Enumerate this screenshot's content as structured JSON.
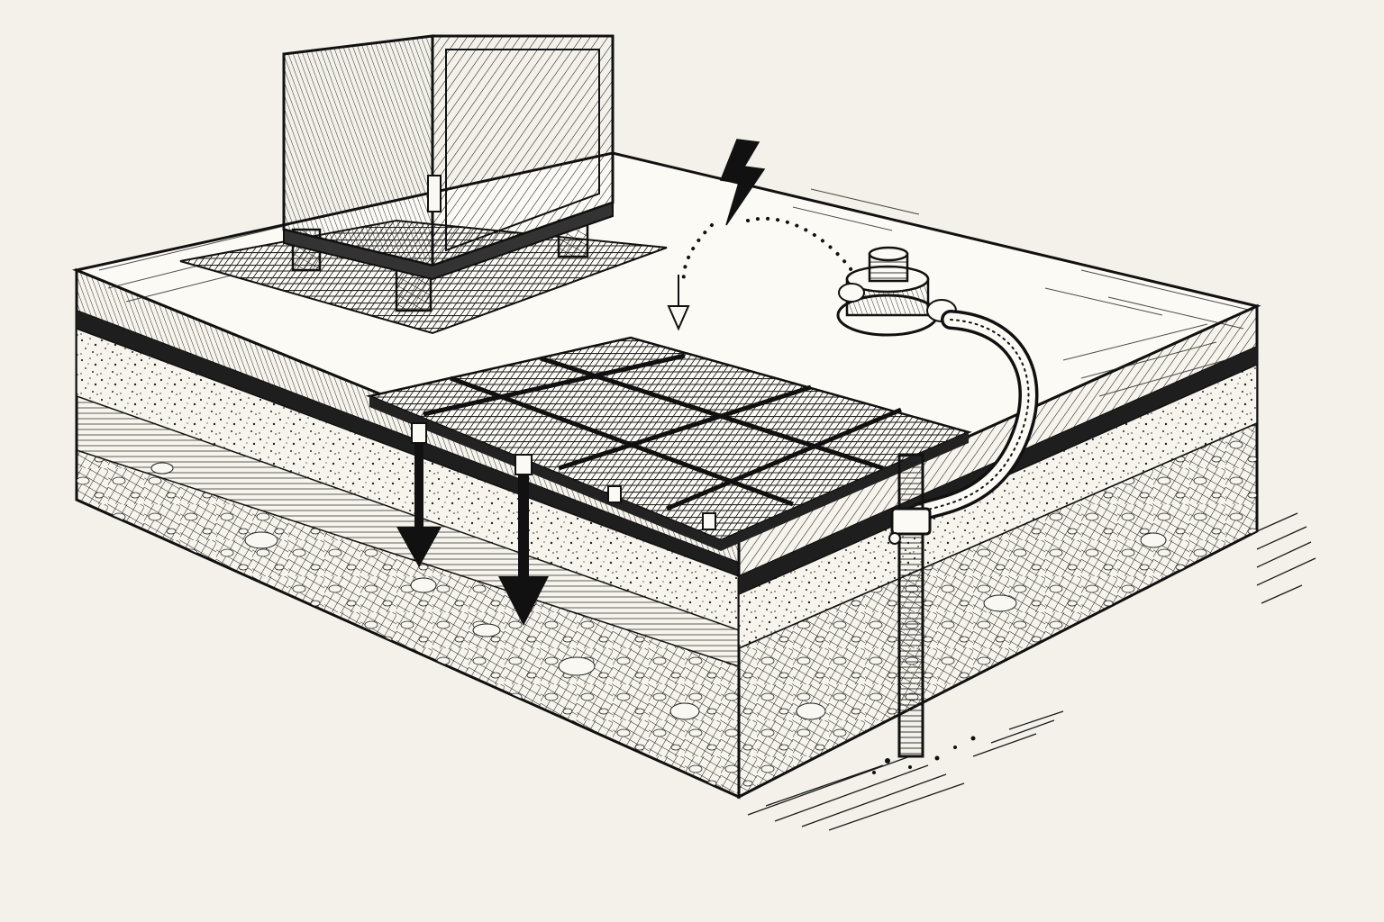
{
  "diagram": {
    "components": [
      "equipment-cabinet",
      "concrete-slab",
      "ground-grid-mesh",
      "ground-rod",
      "conductor-clamp",
      "grounding-conductor",
      "soil-layers",
      "lightning-bolt-icon",
      "fault-current-arrows"
    ],
    "soil_layers": [
      "slab",
      "gravel-bed",
      "fine-soil",
      "rocky-subsoil"
    ],
    "colors": {
      "paper": "#f3f1ea",
      "ink": "#161616",
      "light_fill": "#fbfaf5"
    }
  }
}
